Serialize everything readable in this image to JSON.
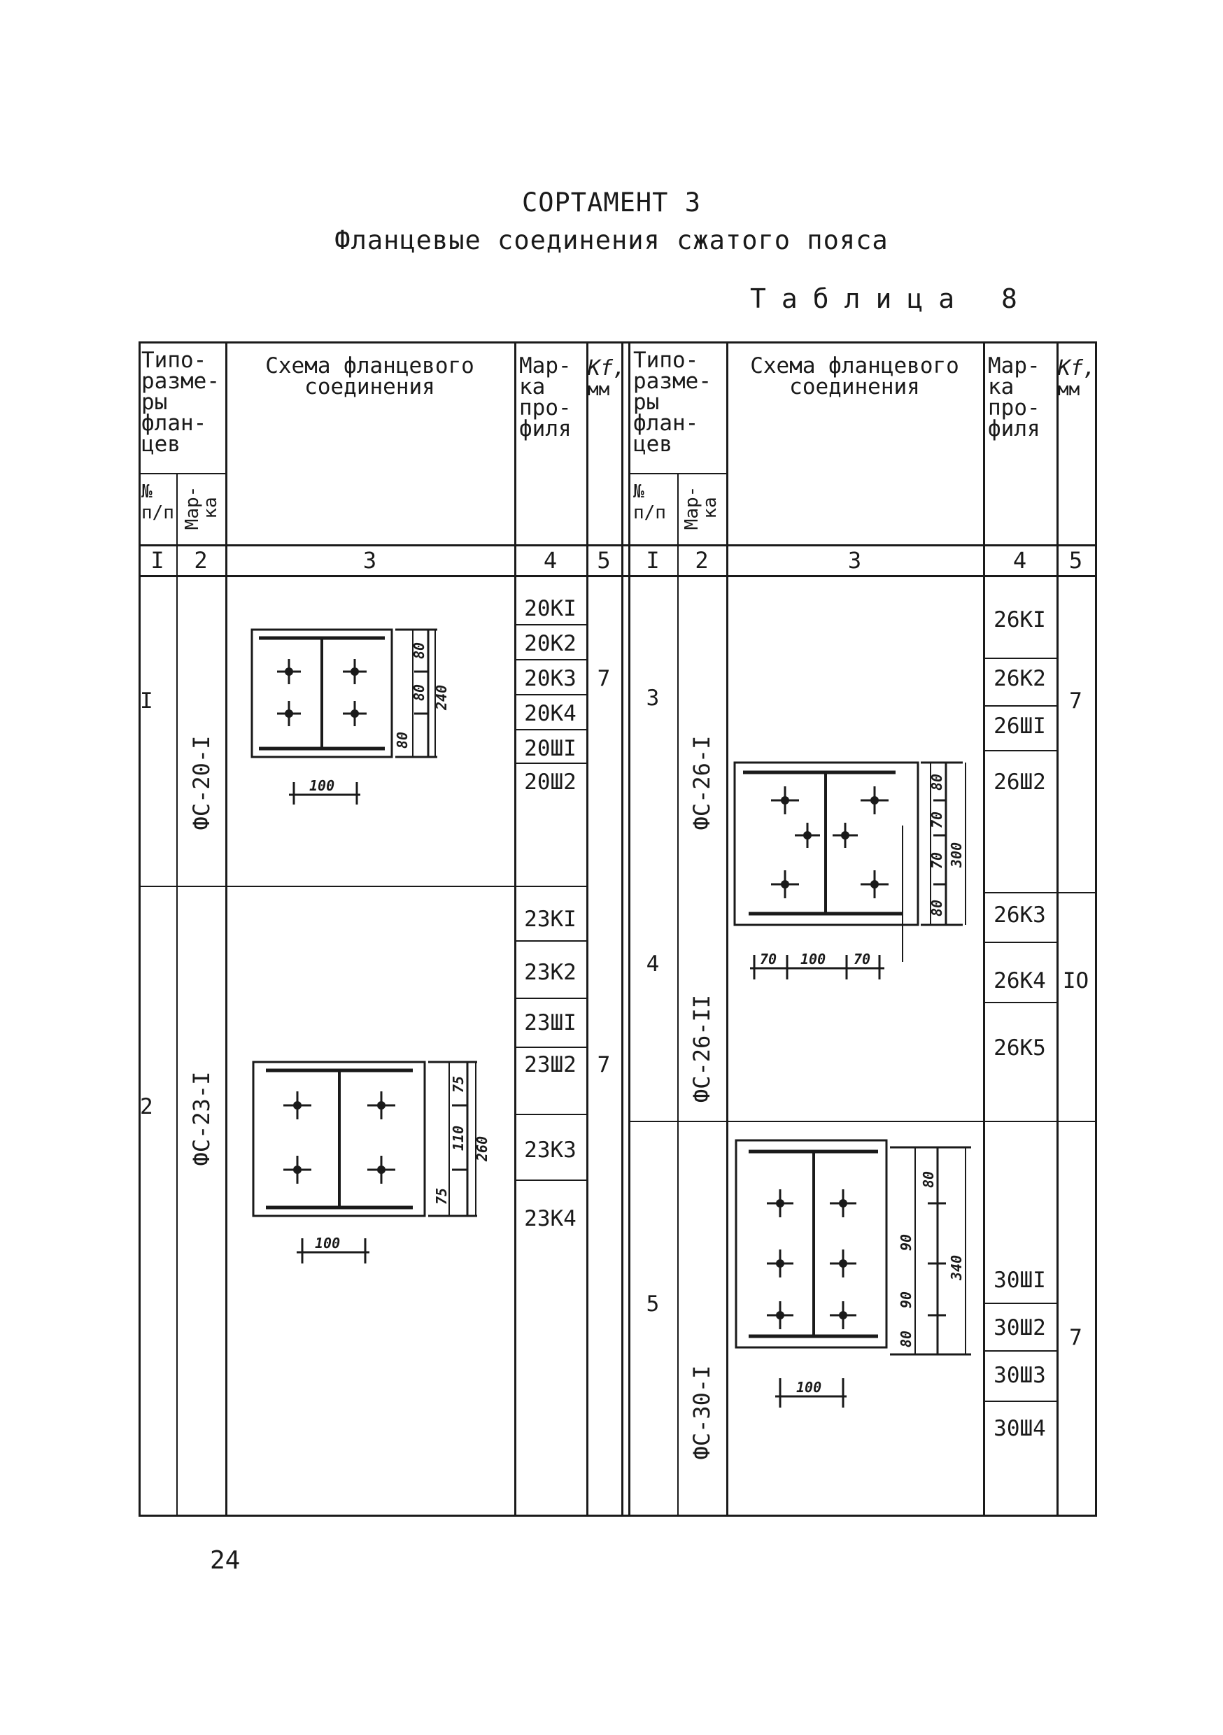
{
  "heading": {
    "title": "СОРТАМЕНТ 3",
    "subtitle": "Фланцевые соединения сжатого пояса",
    "table_label": "Таблица 8"
  },
  "columns": {
    "group": [
      "Типо-",
      "разме-",
      "ры",
      "флан-",
      "цев"
    ],
    "num": [
      "№",
      "п/п"
    ],
    "mark": [
      "Мар-",
      "ка"
    ],
    "scheme": [
      "Схема фланцевого",
      "соединения"
    ],
    "profile": [
      "Мар-",
      "ка",
      "про-",
      "филя"
    ],
    "kf_symbol": "Kf,",
    "kf_unit": "мм",
    "numbers": [
      "I",
      "2",
      "3",
      "4",
      "5"
    ]
  },
  "rows_left": [
    {
      "num": "I",
      "mark": "ФС-20-I",
      "profiles": [
        "20КI",
        "20К2",
        "20К3",
        "20К4",
        "20ШI",
        "20Ш2"
      ],
      "kf": "7",
      "dims": {
        "v1": "80",
        "v2": "80",
        "v3": "80",
        "total": "240",
        "h": "100"
      }
    },
    {
      "num": "2",
      "mark": "ФС-23-I",
      "profiles": [
        "23КI",
        "23К2",
        "23ШI",
        "23Ш2",
        "23К3",
        "23К4"
      ],
      "kf": "7",
      "dims": {
        "v1": "75",
        "v2": "110",
        "v3": "75",
        "total": "260",
        "h": "100"
      }
    }
  ],
  "rows_right": [
    {
      "num": "3",
      "mark": "ФС-26-I",
      "profiles": [
        "26КI",
        "26К2",
        "26ШI",
        "26Ш2"
      ],
      "kf": "7"
    },
    {
      "num": "4",
      "mark": "ФС-26-II",
      "profiles": [
        "26К3",
        "26К4",
        "26К5"
      ],
      "kf": "IO"
    },
    {
      "num": "5",
      "mark": "ФС-30-I",
      "profiles": [
        "30ШI",
        "30Ш2",
        "30Ш3",
        "30Ш4"
      ],
      "kf": "7",
      "dims": {
        "v1": "80",
        "v2": "90",
        "v3": "90",
        "v4": "80",
        "total": "340",
        "h": "100"
      }
    }
  ],
  "scheme_26": {
    "v1": "80",
    "v2": "70",
    "v3": "70",
    "v4": "80",
    "total": "300",
    "h1": "70",
    "h2": "100",
    "h3": "70"
  },
  "page_number": "24"
}
